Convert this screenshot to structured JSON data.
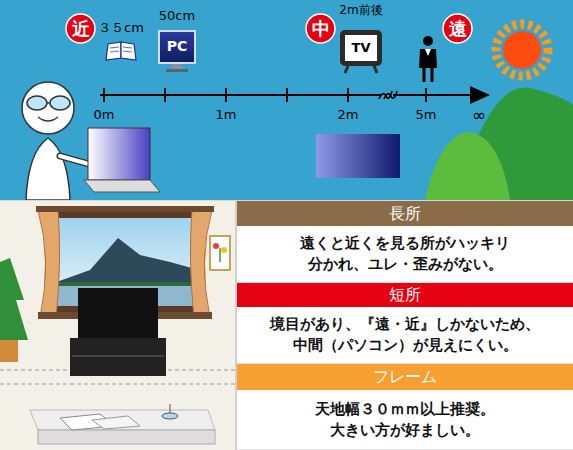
{
  "diagram": {
    "nodes": [
      {
        "text": [
          "近"
        ]
      },
      {
        "text": [
          "PC"
        ]
      },
      {
        "text": [
          "中"
        ]
      },
      {
        "text": [
          "TV"
        ]
      },
      {
        "text": [
          "遠"
        ]
      },
      {
        "text": [
          "長所"
        ]
      },
      {
        "text": [
          "遠くと近くを見る所がハッキリ 分かれ、ユレ・歪みがない。"
        ]
      },
      {
        "text": [
          "短所"
        ]
      },
      {
        "text": [
          "境目があり、『遠・近』しかないため、 中間（パソコン）が見えにくい。"
        ]
      },
      {
        "text": [
          "フレーム"
        ]
      },
      {
        "text": [
          "天地幅３０ｍｍ以上推奨。 大きい方が好ましい。"
        ]
      }
    ],
    "labels": [
      "３５cm",
      "50cm",
      "2m前後",
      "0m",
      "1m",
      "2m",
      "5m",
      "∞"
    ]
  }
}
